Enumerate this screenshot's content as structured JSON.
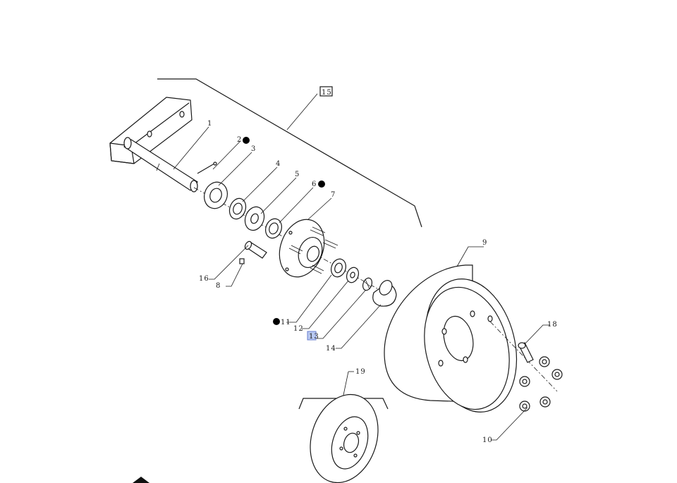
{
  "callouts": {
    "c1": "1",
    "c2": "2",
    "c3": "3",
    "c4": "4",
    "c5": "5",
    "c6": "6",
    "c7": "7",
    "c8": "8",
    "c9": "9",
    "c10": "10",
    "c11": "11",
    "c12": "12",
    "c13": "13",
    "c14": "14",
    "c15": "15",
    "c16": "16",
    "c18": "18",
    "c19": "19"
  },
  "colors": {
    "line": "#1a1a1a",
    "highlight": "#b8c8f0",
    "background": "#ffffff"
  },
  "highlighted_callout": "13"
}
